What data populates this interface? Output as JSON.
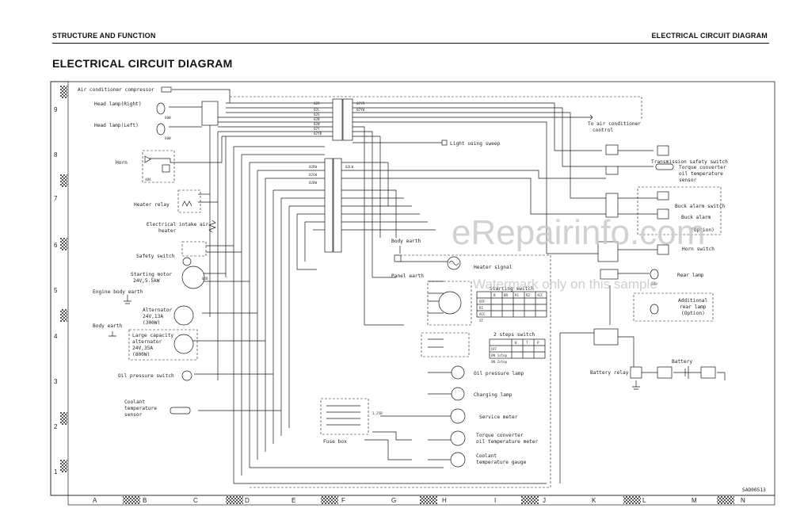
{
  "header": {
    "left": "STRUCTURE AND FUNCTION",
    "right": "ELECTRICAL CIRCUIT DIAGRAM"
  },
  "title": "ELECTRICAL CIRCUIT DIAGRAM",
  "figure_code": "SAD00513",
  "watermark": {
    "main": "eRepairinfo.com",
    "sub": "Watermark only on this sample"
  },
  "ruler": {
    "columns": [
      "A",
      "B",
      "C",
      "D",
      "E",
      "F",
      "G",
      "H",
      "I",
      "J",
      "K",
      "L",
      "M",
      "N"
    ],
    "rows": [
      "9",
      "8",
      "7",
      "6",
      "5",
      "4",
      "3",
      "2",
      "1"
    ]
  },
  "components": {
    "ac_compressor": "Air conditioner compressor",
    "head_lamp_right": "Head lamp(Right)",
    "head_lamp_left": "Head lamp(Left)",
    "head_lamp_rating_1": "60W",
    "head_lamp_rating_2": "60W",
    "horn": "Horn",
    "horn_rating": "48A",
    "heater_relay": "Heater relay",
    "intake_heater_1": "Electrical intake air",
    "intake_heater_2": "heater",
    "safety_switch": "Safety switch",
    "starting_motor_1": "Starting motor",
    "starting_motor_2": "24V,5.5kW",
    "engine_earth": "Engine body earth",
    "alternator_1": "Alternator",
    "alternator_2": "24V,13A",
    "alternator_3": "(300W)",
    "body_earth_left": "Body earth",
    "large_alt_1": "Large capacity",
    "large_alt_2": "alternator",
    "large_alt_3": "24V,35A",
    "large_alt_4": "(800W)",
    "oil_pressure_switch": "Oil pressure switch",
    "coolant_sensor_1": "Coolant",
    "coolant_sensor_2": "temperature",
    "coolant_sensor_3": "sensor",
    "light_sweep": "Light using sweep",
    "body_earth_center": "Body earth",
    "panel_earth": "Panel earth",
    "heater_signal": "Heater signal",
    "starting_switch": "Starting switch",
    "two_steps_switch": "2 steps switch",
    "oil_pressure_lamp": "Oil pressure lamp",
    "charging_lamp": "Charging lamp",
    "service_meter": "Service meter",
    "fuse_box": "Fuse box",
    "tc_meter_1": "Torque converter",
    "tc_meter_2": "oil temperature meter",
    "coolant_gauge_1": "Coolant",
    "coolant_gauge_2": "temperature gauge",
    "to_ac_1": "To air conditioner",
    "to_ac_2": "control",
    "transmission_switch": "Transmission safety switch",
    "tc_sensor_1": "Torque converter",
    "tc_sensor_2": "oil temperature",
    "tc_sensor_3": "sensor",
    "buck_alarm_switch": "Buck alarm switch",
    "buck_alarm": "Buck alarm",
    "option": "(Option)",
    "horn_switch": "Horn switch",
    "rear_lamp": "Rear lamp",
    "rear_lamp_rating": "60W",
    "add_rear_1": "Additional",
    "add_rear_2": "rear lamp",
    "add_rear_3": "(Option)",
    "battery": "Battery",
    "battery_relay": "Battery relay"
  },
  "starting_switch_table": {
    "headers": [
      "",
      "B",
      "BR",
      "R1",
      "R2",
      "ACC"
    ],
    "rows": [
      "OFF",
      "R1",
      "ACC",
      "ST"
    ]
  },
  "two_steps_table": {
    "headers": [
      "",
      "B",
      "T",
      "P"
    ],
    "rows": [
      "OFF",
      "ON 1step",
      "ON 2step"
    ]
  },
  "wire_codes": {
    "w1": "02R",
    "w2": "02L",
    "w3": "02G",
    "w4": "02B",
    "w5": "02W",
    "w6": "02Y",
    "w7": "02YB",
    "w8": "02YR",
    "w9": "02YW",
    "w10": "02RW",
    "w11": "02GW",
    "w12": "02BW",
    "w13": "02LW",
    "w14": "05B",
    "w15": "1.25B"
  },
  "colors": {
    "ink": "#1a1a1a",
    "ruler_check_dark": "#555555",
    "watermark": "#c9c9c9"
  }
}
